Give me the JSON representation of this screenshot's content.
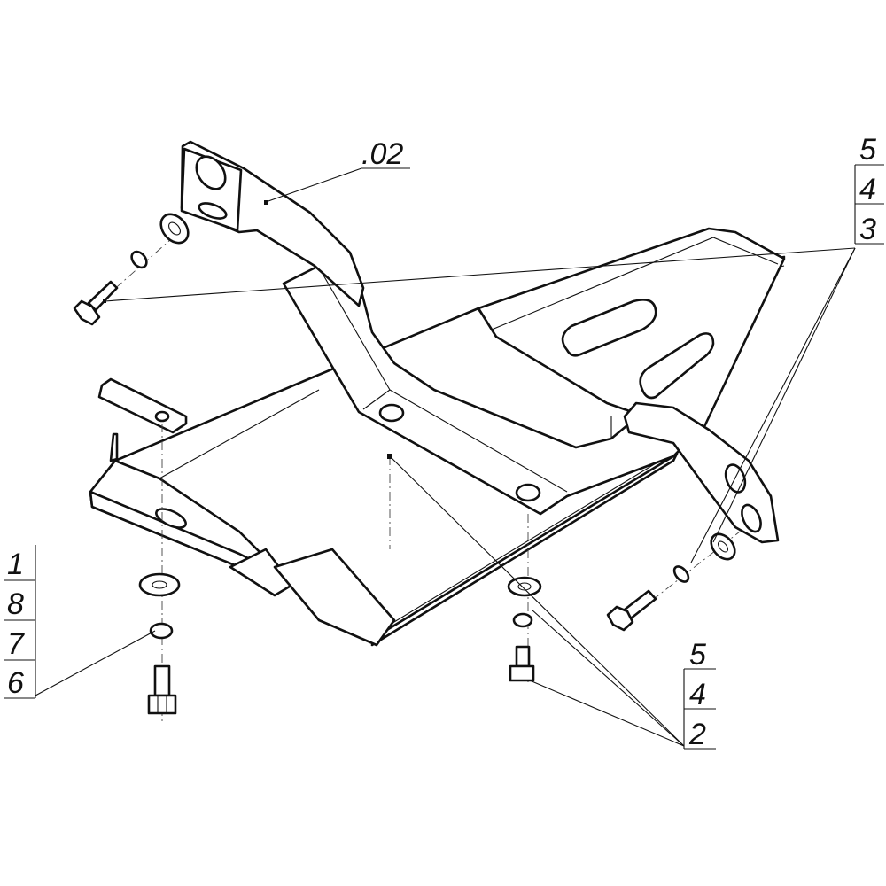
{
  "callouts": {
    "top_center": {
      "label": ".02"
    },
    "top_right": {
      "items": [
        "5",
        "4",
        "3"
      ]
    },
    "left": {
      "items": [
        "1",
        "8",
        "7",
        "6"
      ]
    },
    "bottom_right": {
      "items": [
        "5",
        "4",
        "2"
      ]
    }
  }
}
